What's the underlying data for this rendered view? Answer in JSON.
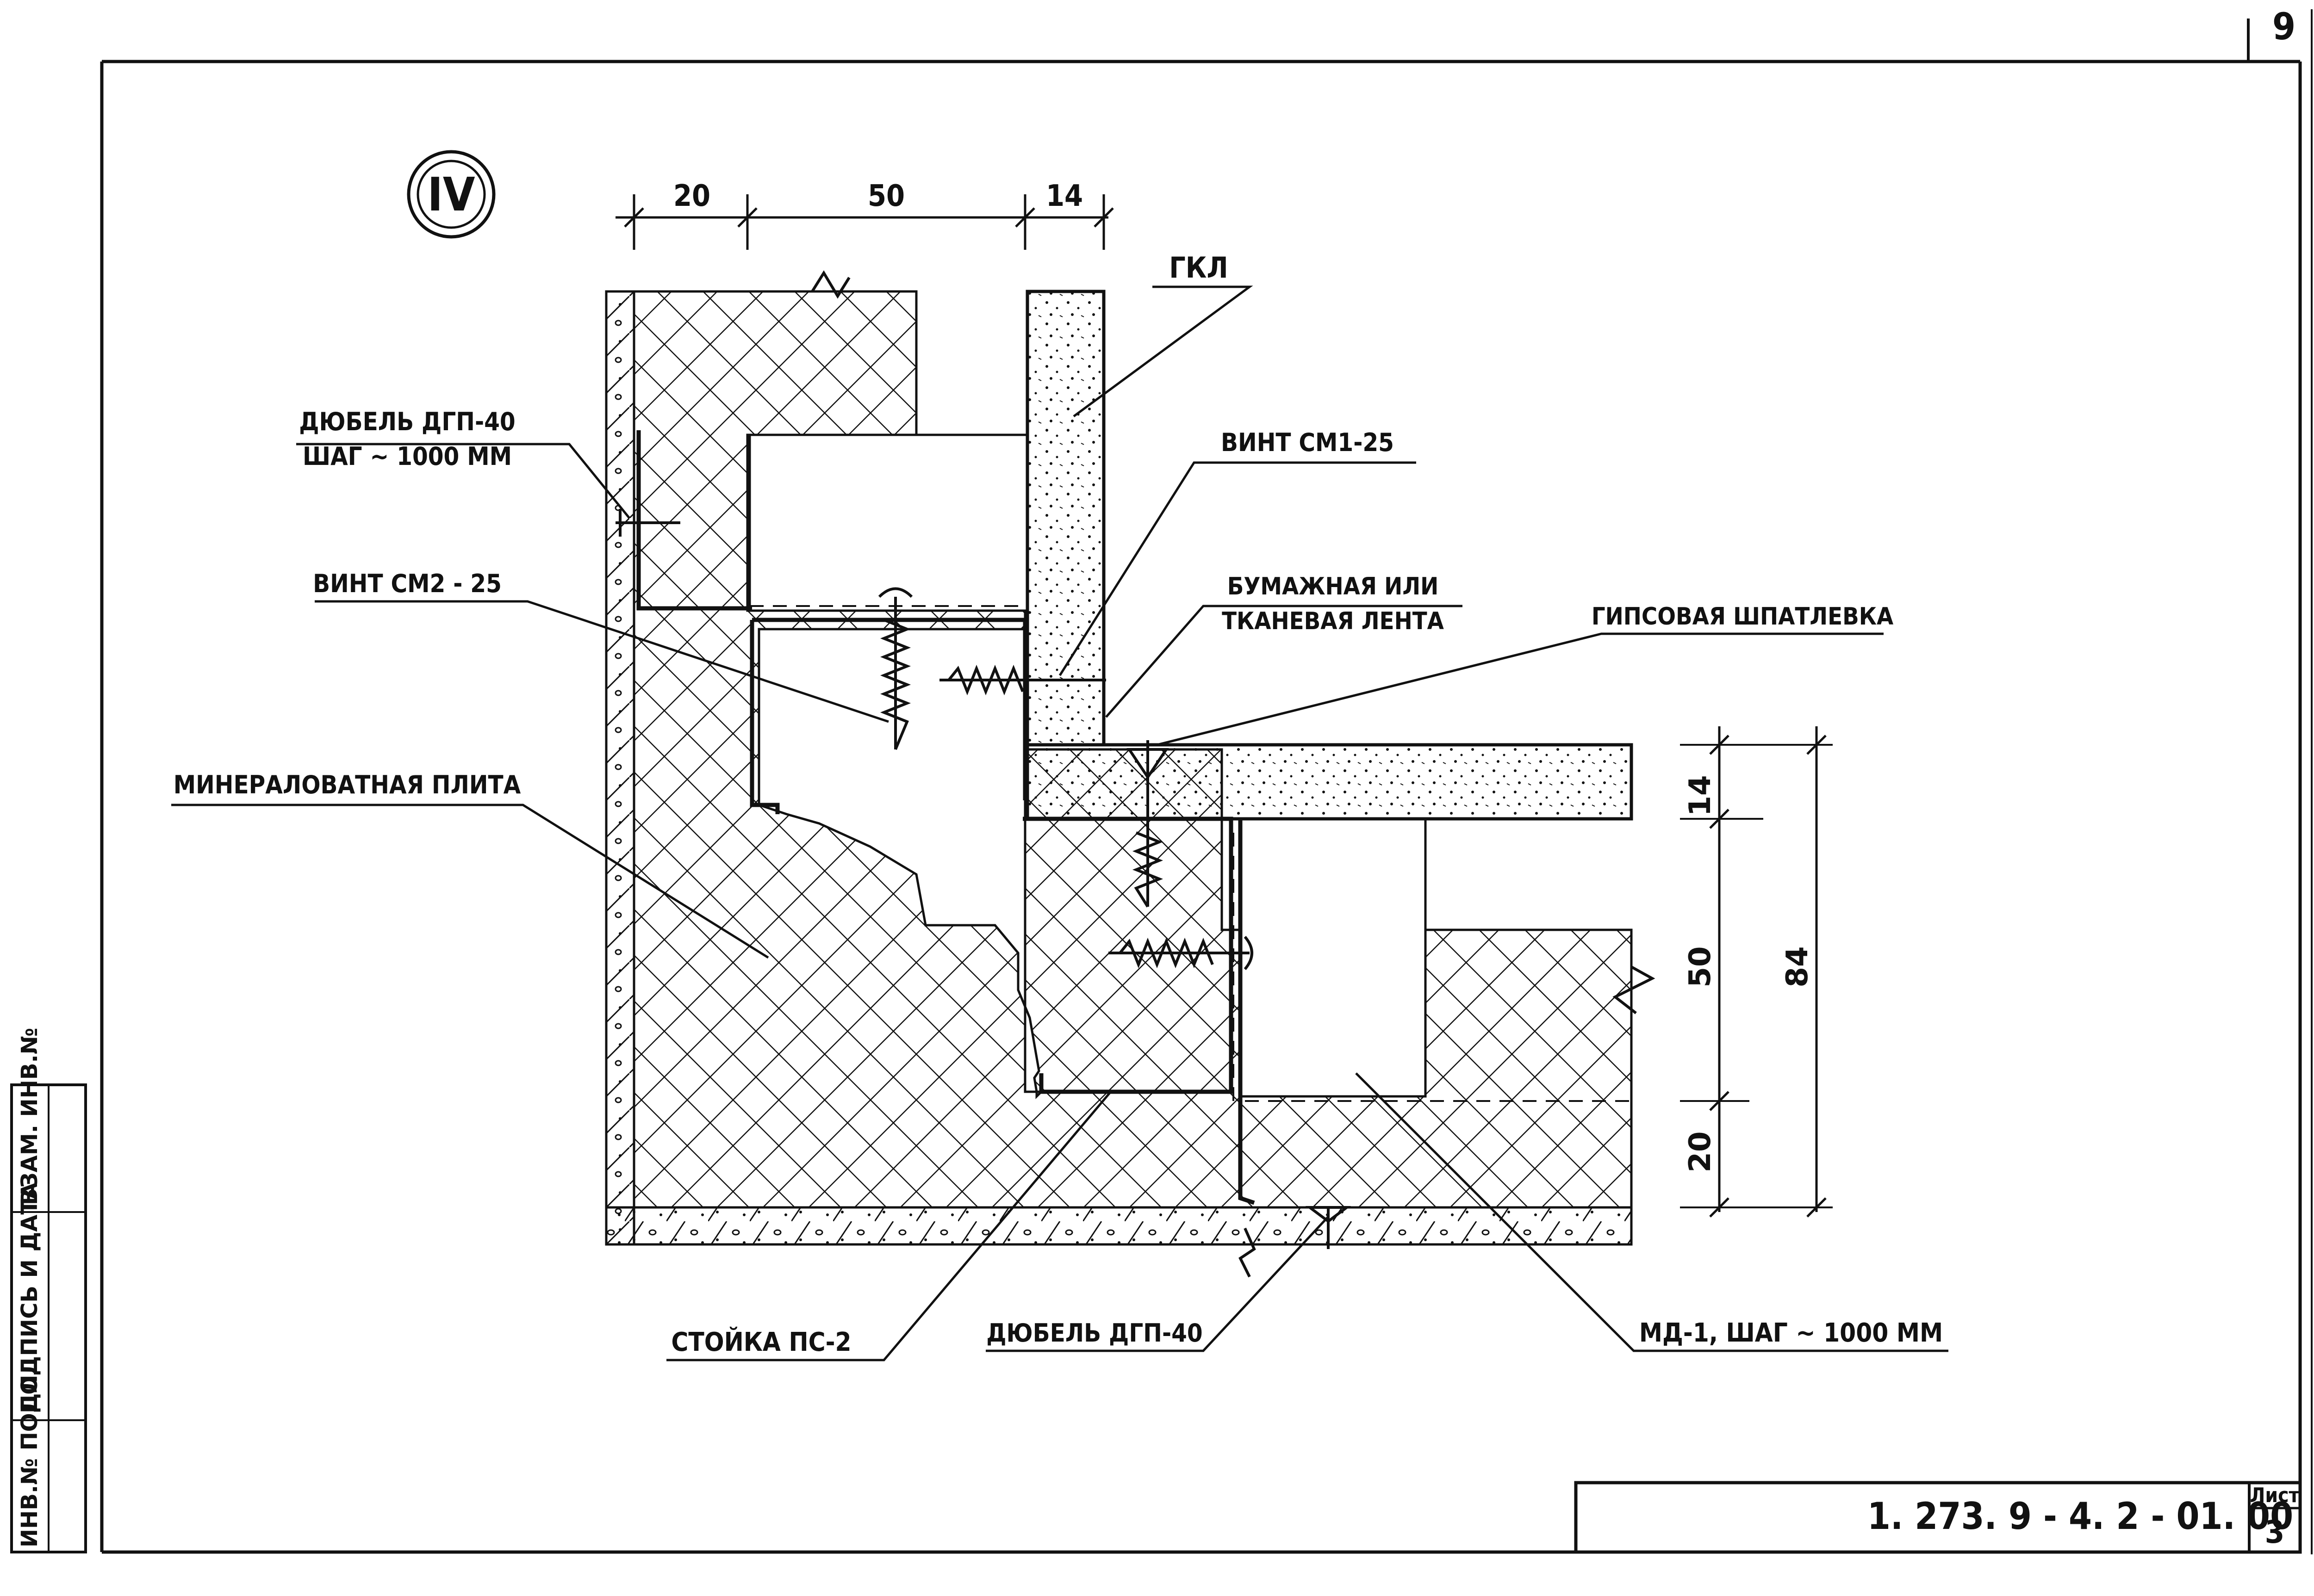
{
  "detail_marker": "IV",
  "top_dims": [
    "20",
    "50",
    "14"
  ],
  "right_dims": [
    "14",
    "50",
    "20",
    "84"
  ],
  "labels": {
    "gkl": "ГКЛ",
    "screw_cm1": "ВИНТ СМ1-25",
    "dowel_top_1": "ДЮБЕЛЬ ДГП-40",
    "dowel_top_2": "ШАГ ~ 1000 ММ",
    "screw_cm2": "ВИНТ СМ2 - 25",
    "tape_1": "БУМАЖНАЯ ИЛИ",
    "tape_2": "ТКАНЕВАЯ ЛЕНТА",
    "putty": "ГИПСОВАЯ ШПАТЛЕВКА",
    "mineral": "МИНЕРАЛОВАТНАЯ ПЛИТА",
    "stud": "СТОЙКА ПС-2",
    "dowel_bottom": "ДЮБЕЛЬ ДГП-40",
    "md": "МД-1, ШАГ ~ 1000 ММ"
  },
  "side_stamp": [
    "ИНВ.№ ПОДЛ.",
    "ПОДПИСЬ И ДАТА",
    "ВЗАМ. ИНВ.№"
  ],
  "title_block": {
    "code": "1. 273. 9 - 4. 2 - 01. 00",
    "sheet_label": "Лист",
    "sheet_number": "3"
  },
  "page_corner_number": "9"
}
